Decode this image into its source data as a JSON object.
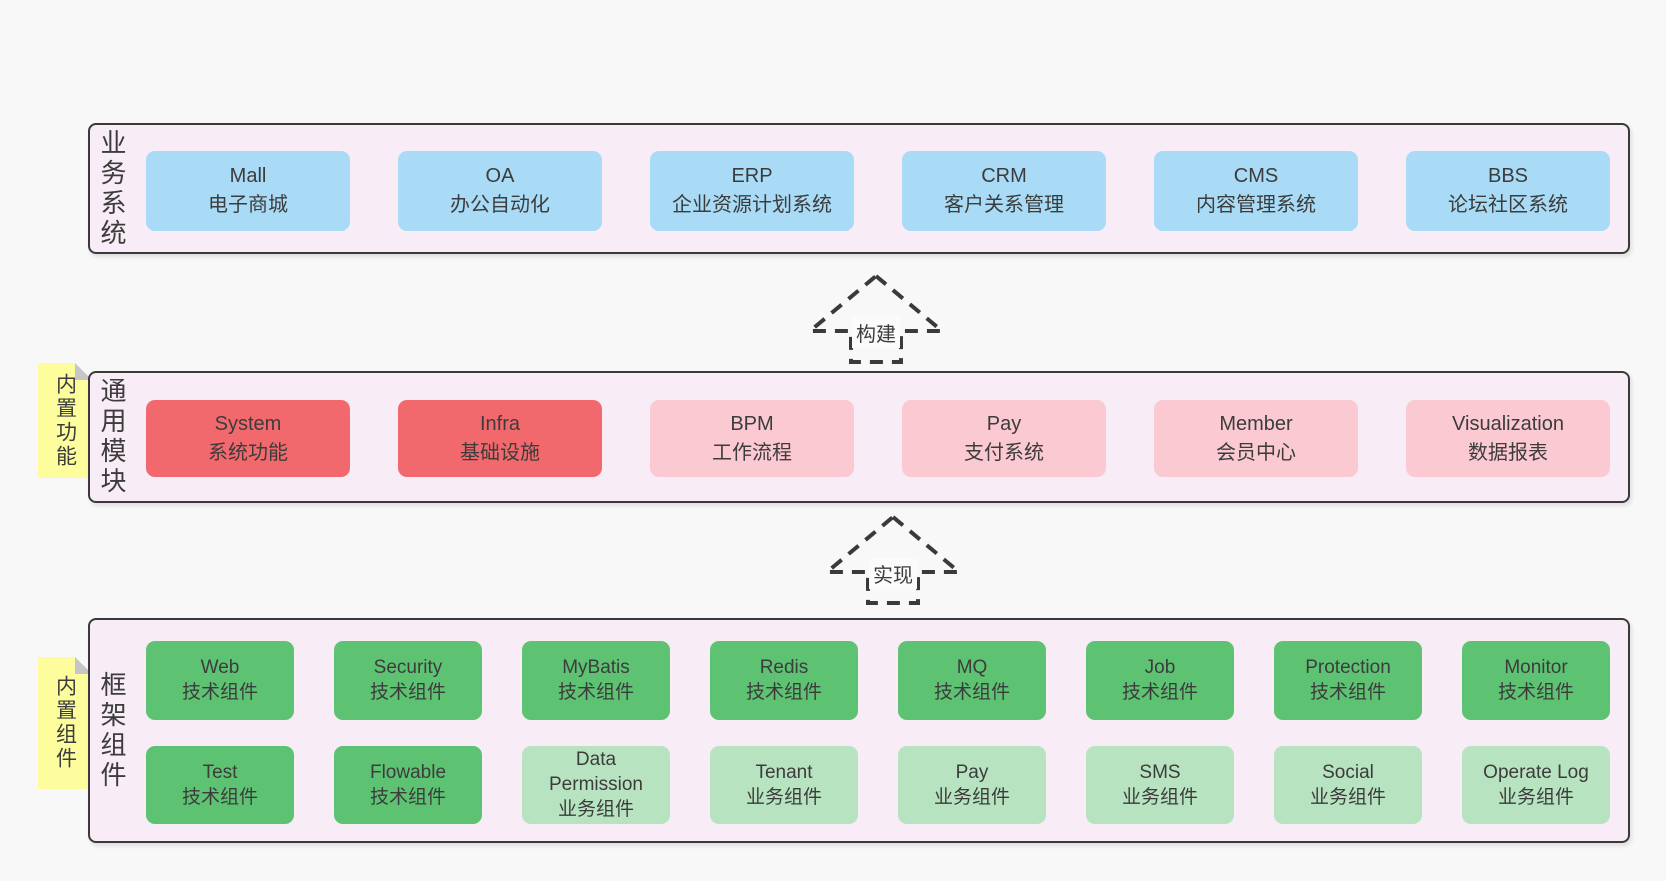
{
  "bands": {
    "business": {
      "label": "业务系统",
      "items": [
        {
          "name": "Mall",
          "desc": "电子商城"
        },
        {
          "name": "OA",
          "desc": "办公自动化"
        },
        {
          "name": "ERP",
          "desc": "企业资源计划系统"
        },
        {
          "name": "CRM",
          "desc": "客户关系管理"
        },
        {
          "name": "CMS",
          "desc": "内容管理系统"
        },
        {
          "name": "BBS",
          "desc": "论坛社区系统"
        }
      ]
    },
    "modules": {
      "label": "通用模块",
      "sticky": "内置功能",
      "items": [
        {
          "name": "System",
          "desc": "系统功能",
          "variant": "red"
        },
        {
          "name": "Infra",
          "desc": "基础设施",
          "variant": "red"
        },
        {
          "name": "BPM",
          "desc": "工作流程",
          "variant": "pink"
        },
        {
          "name": "Pay",
          "desc": "支付系统",
          "variant": "pink"
        },
        {
          "name": "Member",
          "desc": "会员中心",
          "variant": "pink"
        },
        {
          "name": "Visualization",
          "desc": "数据报表",
          "variant": "pink"
        }
      ]
    },
    "components": {
      "label": "框架组件",
      "sticky": "内置组件",
      "row1": [
        {
          "name": "Web",
          "desc": "技术组件",
          "variant": "green"
        },
        {
          "name": "Security",
          "desc": "技术组件",
          "variant": "green"
        },
        {
          "name": "MyBatis",
          "desc": "技术组件",
          "variant": "green"
        },
        {
          "name": "Redis",
          "desc": "技术组件",
          "variant": "green"
        },
        {
          "name": "MQ",
          "desc": "技术组件",
          "variant": "green"
        },
        {
          "name": "Job",
          "desc": "技术组件",
          "variant": "green"
        },
        {
          "name": "Protection",
          "desc": "技术组件",
          "variant": "green"
        },
        {
          "name": "Monitor",
          "desc": "技术组件",
          "variant": "green"
        }
      ],
      "row2": [
        {
          "name": "Test",
          "desc": "技术组件",
          "variant": "green"
        },
        {
          "name": "Flowable",
          "desc": "技术组件",
          "variant": "green"
        },
        {
          "name": "Data Permission",
          "desc": "业务组件",
          "variant": "light-green"
        },
        {
          "name": "Tenant",
          "desc": "业务组件",
          "variant": "light-green"
        },
        {
          "name": "Pay",
          "desc": "业务组件",
          "variant": "light-green"
        },
        {
          "name": "SMS",
          "desc": "业务组件",
          "variant": "light-green"
        },
        {
          "name": "Social",
          "desc": "业务组件",
          "variant": "light-green"
        },
        {
          "name": "Operate Log",
          "desc": "业务组件",
          "variant": "light-green"
        }
      ]
    }
  },
  "arrows": [
    {
      "label": "构建"
    },
    {
      "label": "实现"
    }
  ],
  "colors": {
    "page_bg": "#f8f8f8",
    "band_bg": "#f8edf6",
    "band_border": "#3a3a3a",
    "blue_box": "#a9dbf6",
    "red_box": "#f2696d",
    "pink_box": "#fbc9d2",
    "green_box": "#5ec273",
    "light_green_box": "#b8e3c0",
    "sticky_yellow": "#fdfd9e",
    "sticky_fold": "#c6c6c6",
    "text": "#3c3c3c"
  }
}
